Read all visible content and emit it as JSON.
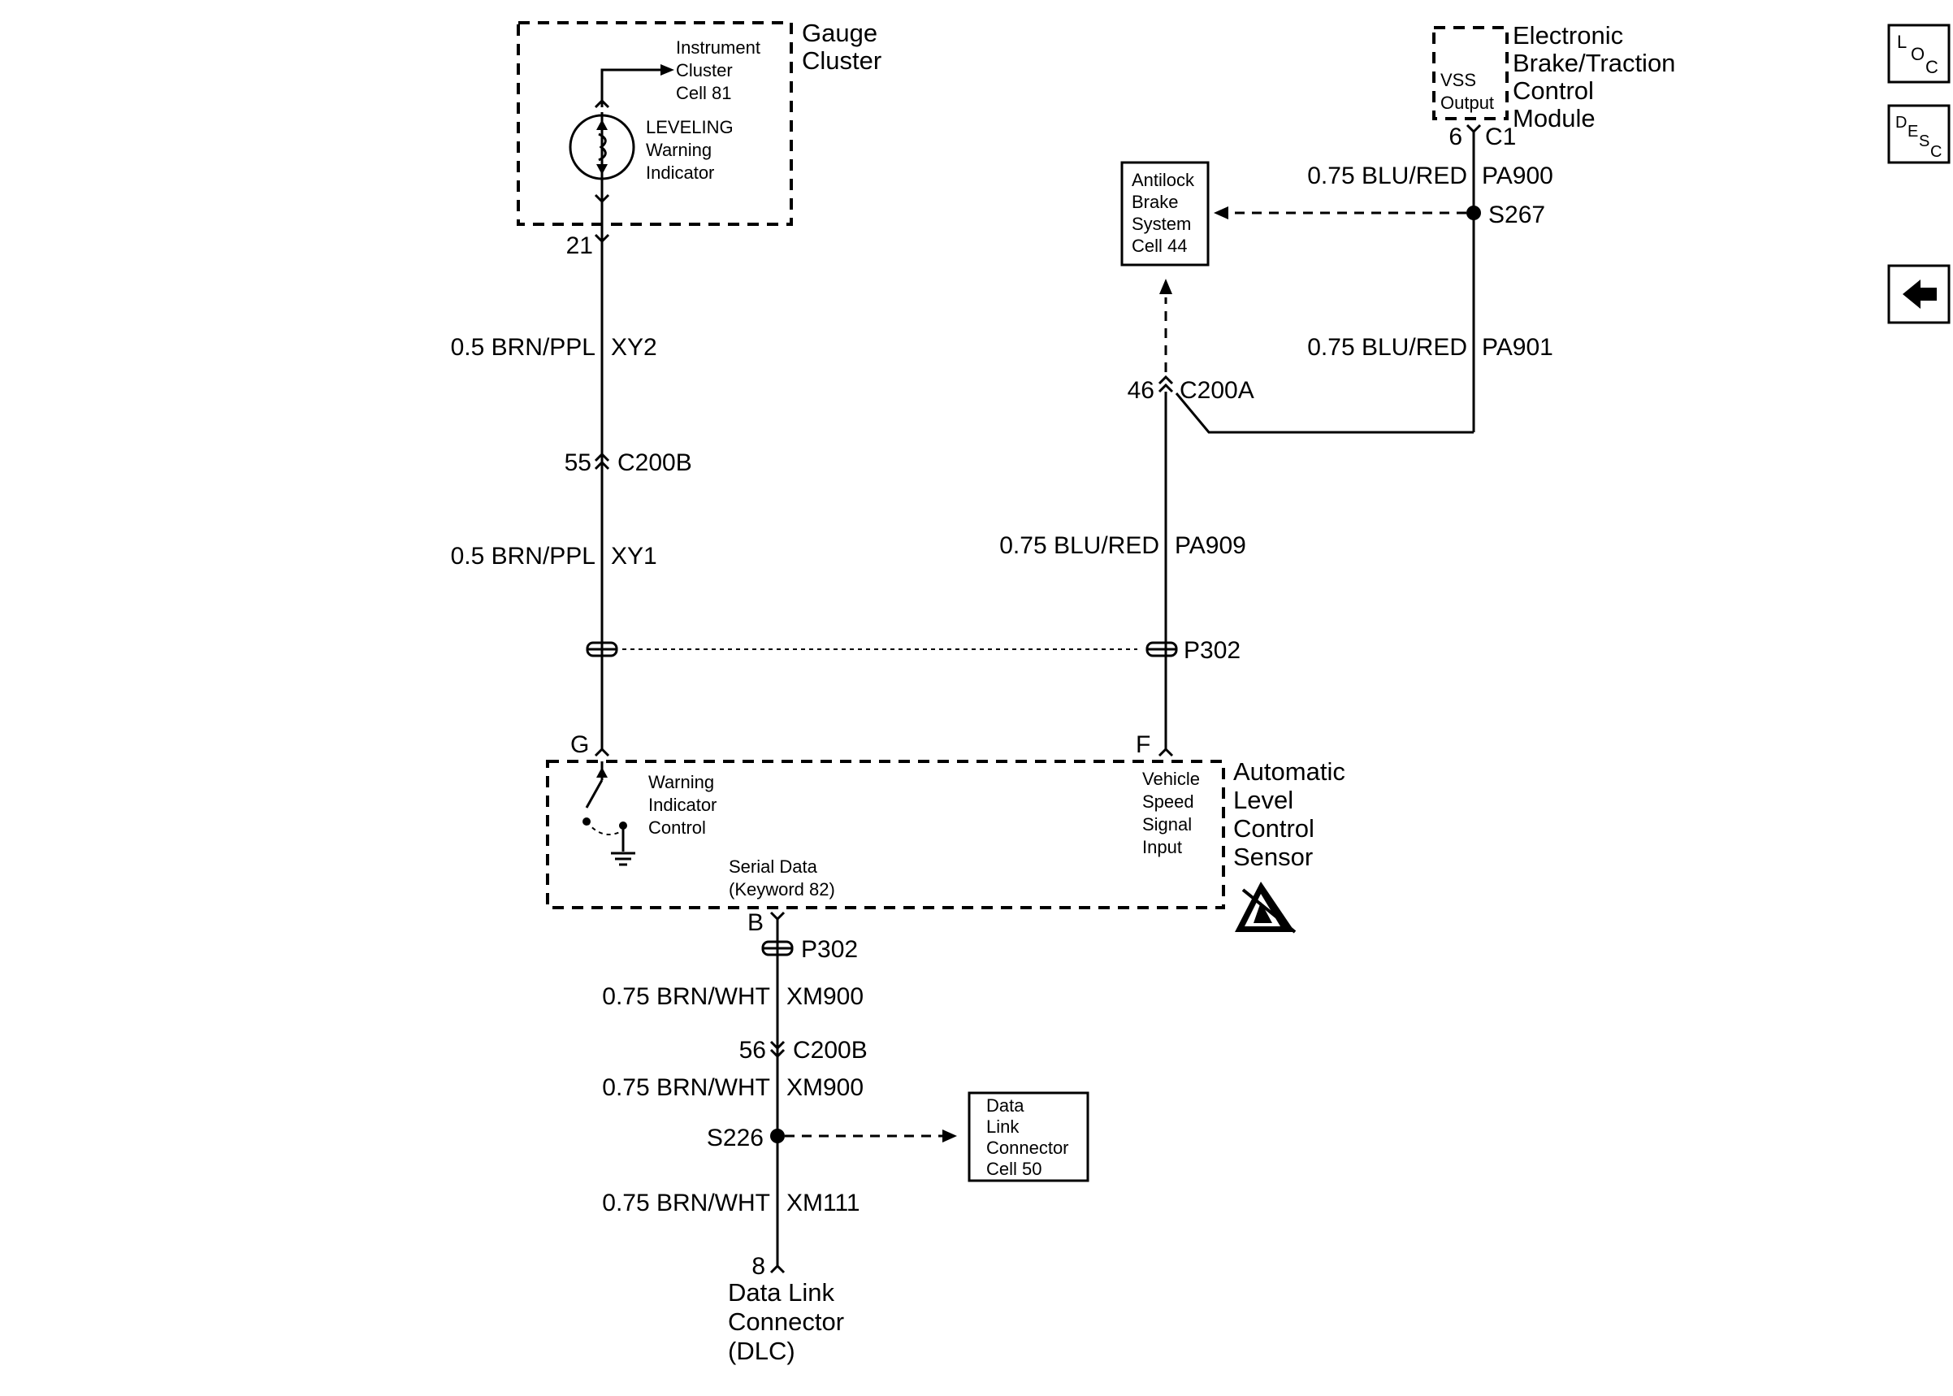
{
  "gauge_cluster": {
    "title_line1": "Gauge",
    "title_line2": "Cluster",
    "ref_line1": "Instrument",
    "ref_line2": "Cluster",
    "ref_line3": "Cell 81",
    "indicator_line1": "LEVELING",
    "indicator_line2": "Warning",
    "indicator_line3": "Indicator",
    "pin": "21"
  },
  "ebtcm": {
    "title_line1": "Electronic",
    "title_line2": "Brake/Traction",
    "title_line3": "Control",
    "title_line4": "Module",
    "vss_line1": "VSS",
    "vss_line2": "Output",
    "pin": "6",
    "connector": "C1"
  },
  "abs_box": {
    "line1": "Antilock",
    "line2": "Brake",
    "line3": "System",
    "line4": "Cell 44"
  },
  "wires": {
    "xy2_gauge": "0.5 BRN/PPL",
    "xy2_circuit": "XY2",
    "xy1_gauge": "0.5 BRN/PPL",
    "xy1_circuit": "XY1",
    "pa900_gauge": "0.75 BLU/RED",
    "pa900_circuit": "PA900",
    "pa901_gauge": "0.75 BLU/RED",
    "pa901_circuit": "PA901",
    "pa909_gauge": "0.75 BLU/RED",
    "pa909_circuit": "PA909",
    "xm900a_gauge": "0.75 BRN/WHT",
    "xm900a_circuit": "XM900",
    "xm900b_gauge": "0.75 BRN/WHT",
    "xm900b_circuit": "XM900",
    "xm111_gauge": "0.75 BRN/WHT",
    "xm111_circuit": "XM111"
  },
  "connectors": {
    "c200b_left_pin": "55",
    "c200b_left_name": "C200B",
    "c200a_pin": "46",
    "c200a_name": "C200A",
    "p302_name": "P302",
    "p302_lower_name": "P302",
    "c200b_lower_pin": "56",
    "c200b_lower_name": "C200B"
  },
  "splices": {
    "s267": "S267",
    "s226": "S226"
  },
  "sensor": {
    "title_line1": "Automatic",
    "title_line2": "Level",
    "title_line3": "Control",
    "title_line4": "Sensor",
    "pin_g": "G",
    "pin_f": "F",
    "pin_b": "B",
    "wic_line1": "Warning",
    "wic_line2": "Indicator",
    "wic_line3": "Control",
    "vss_line1": "Vehicle",
    "vss_line2": "Speed",
    "vss_line3": "Signal",
    "vss_line4": "Input",
    "serial_line1": "Serial Data",
    "serial_line2": "(Keyword 82)"
  },
  "dlc_box": {
    "line1": "Data",
    "line2": "Link",
    "line3": "Connector",
    "line4": "Cell 50"
  },
  "dlc": {
    "pin": "8",
    "line1": "Data Link",
    "line2": "Connector",
    "line3": "(DLC)"
  },
  "side_buttons": {
    "loc_1": "L",
    "loc_2": "O",
    "loc_3": "C",
    "desc_1": "D",
    "desc_2": "E",
    "desc_3": "S",
    "desc_4": "C"
  }
}
